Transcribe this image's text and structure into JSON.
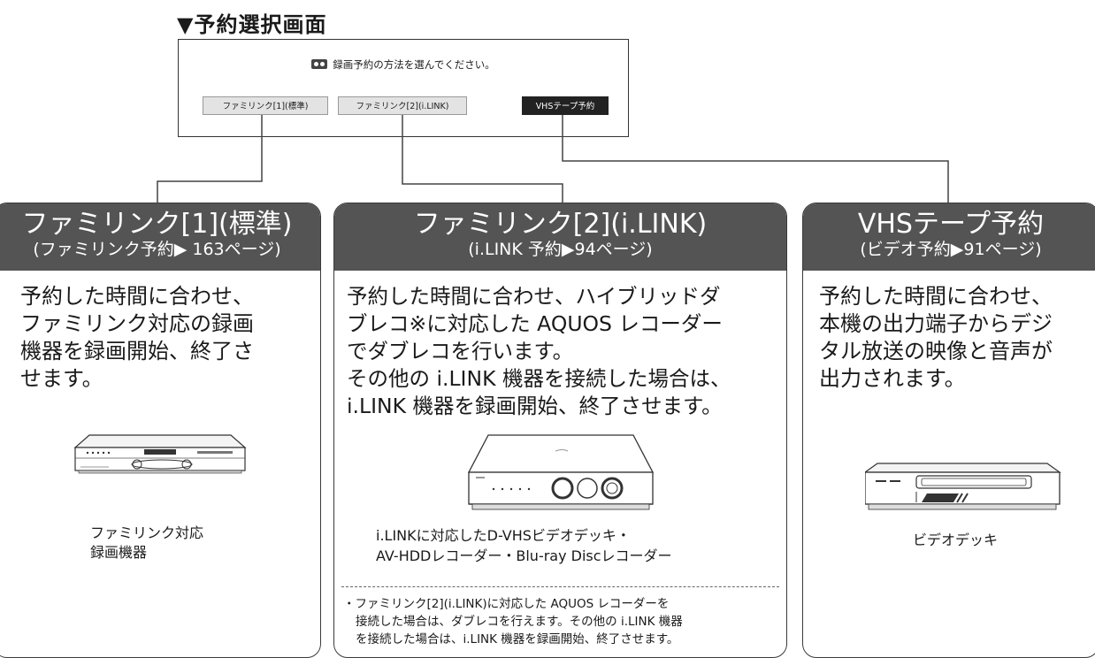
{
  "section_title": "▼予約選択画面",
  "screen": {
    "prompt": "録画予約の方法を選んでください。",
    "buttons": [
      {
        "label": "ファミリンク[1](標準)"
      },
      {
        "label": "ファミリンク[2](i.LINK)"
      },
      {
        "label": "VHSテープ予約"
      }
    ]
  },
  "cards": [
    {
      "title": "ファミリンク[1](標準)",
      "subtitle": "(ファミリンク予約▶ 163ページ)",
      "description": [
        "予約した時間に合わせ、",
        "ファミリンク対応の録画",
        "機器を録画開始、終了さ",
        "せます。"
      ],
      "caption": [
        "ファミリンク対応",
        "録画機器"
      ]
    },
    {
      "title": "ファミリンク[2](i.LINK)",
      "subtitle": "(i.LINK 予約▶94ページ)",
      "description": [
        "予約した時間に合わせ、ハイブリッドダ",
        "ブレコ※に対応した AQUOS レコーダー",
        "でダブレコを行います。",
        "その他の i.LINK 機器を接続した場合は、",
        "i.LINK 機器を録画開始、終了させます。"
      ],
      "caption": [
        "i.LINKに対応したD-VHSビデオデッキ・",
        "AV-HDDレコーダー・Blu-ray Discレコーダー"
      ],
      "note": [
        "・ファミリンク[2](i.LINK)に対応した AQUOS レコーダーを",
        "接続した場合は、ダブレコを行えます。その他の i.LINK 機器",
        "を接続した場合は、i.LINK 機器を録画開始、終了させます。"
      ]
    },
    {
      "title": "VHSテープ予約",
      "subtitle": "(ビデオ予約▶91ページ)",
      "description": [
        "予約した時間に合わせ、",
        "本機の出力端子からデジ",
        "タル放送の映像と音声が",
        "出力されます。"
      ],
      "caption": [
        "ビデオデッキ"
      ]
    }
  ],
  "colors": {
    "header_bg": "#545454",
    "screen_button_bg": "#e3e3e3",
    "selected_button_bg": "#222222"
  }
}
